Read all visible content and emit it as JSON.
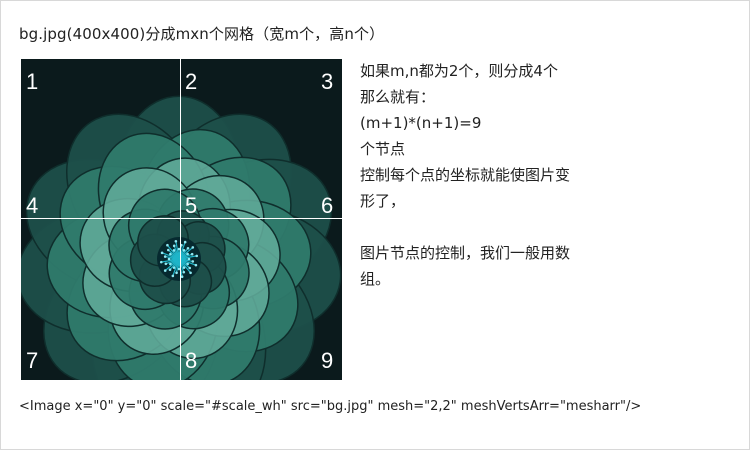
{
  "title": "bg.jpg(400x400)分成mxn个网格（宽m个，高n个）",
  "image": {
    "alt": "bg.jpg",
    "node_numbers": [
      "1",
      "2",
      "3",
      "4",
      "5",
      "6",
      "7",
      "8",
      "9"
    ],
    "colors": {
      "background": "#0b1a1c",
      "petal_dark": "#1d4f4a",
      "petal_mid": "#2f7a6c",
      "petal_light": "#5fa898",
      "center": "#1fb5c9",
      "grid": "#ffffff"
    }
  },
  "notes": {
    "line1": "如果m,n都为2个，则分成4个",
    "line2": "那么就有：",
    "line3": "(m+1)*(n+1)=9",
    "line4": "个节点",
    "line5": "控制每个点的坐标就能使图片变",
    "line6": "形了，",
    "line7": "图片节点的控制，我们一般用数",
    "line8": "组。"
  },
  "code": "<Image x=\"0\" y=\"0\" scale=\"#scale_wh\" src=\"bg.jpg\" mesh=\"2,2\" meshVertsArr=\"mesharr\"/>"
}
